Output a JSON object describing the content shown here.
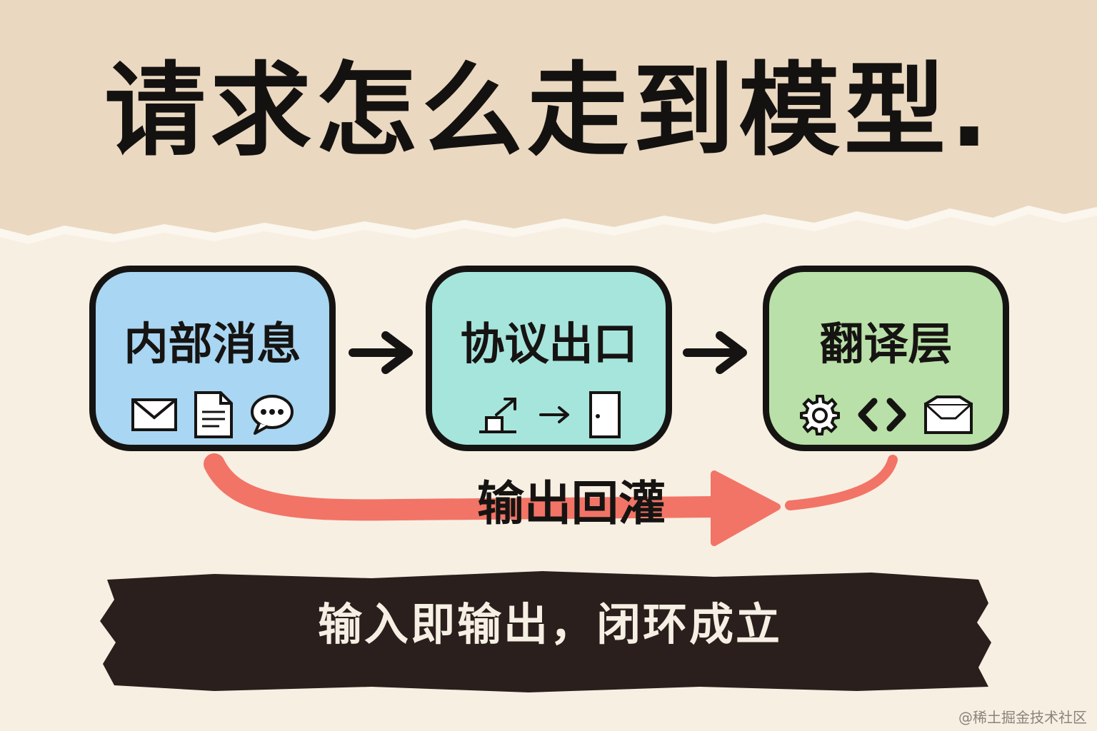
{
  "title": "请求怎么走到模型.",
  "steps": [
    {
      "label": "内部消息",
      "color": "#a9d6f2",
      "icons": [
        "envelope-icon",
        "document-icon",
        "chat-bubble-icon"
      ]
    },
    {
      "label": "协议出口",
      "color": "#a6e5dc",
      "icons": [
        "outbound-arrow-icon",
        "right-arrow-icon",
        "door-icon"
      ]
    },
    {
      "label": "翻译层",
      "color": "#b9e0a8",
      "icons": [
        "gear-icon",
        "code-brackets-icon",
        "package-icon"
      ]
    }
  ],
  "feedback": {
    "label": "输出回灌",
    "color": "#f27466"
  },
  "banner": {
    "text": "输入即输出，闭环成立",
    "color": "#2a1f1c"
  },
  "colors": {
    "paper_top": "#ead8c0",
    "paper_bottom": "#f8efe3",
    "ink": "#161412"
  },
  "watermark": "@稀土掘金技术社区"
}
